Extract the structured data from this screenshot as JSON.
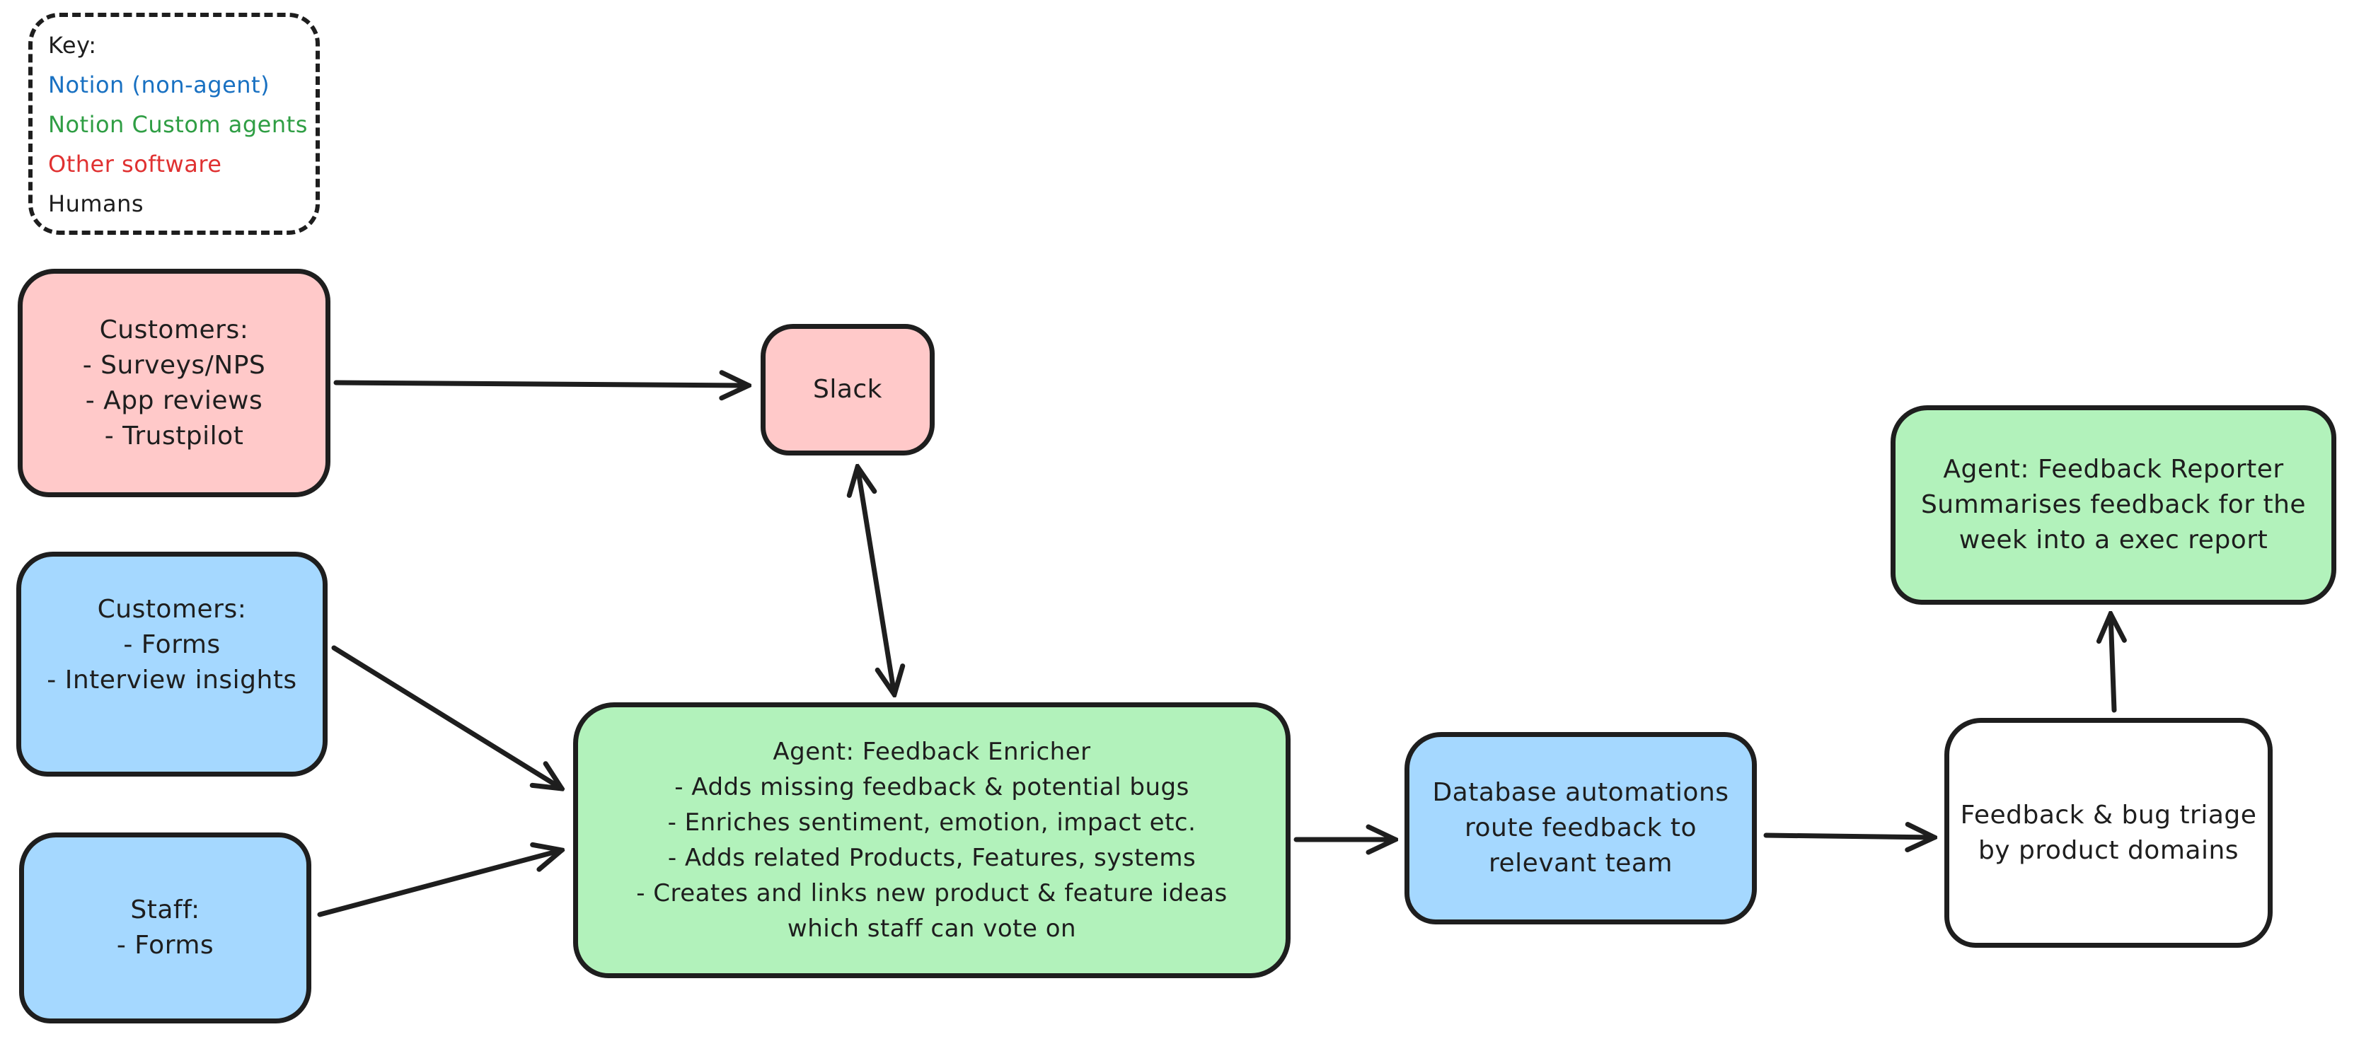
{
  "diagram": {
    "stroke": "#1e1e1e",
    "background": "#ffffff"
  },
  "legend": {
    "title": "Key:",
    "items": [
      {
        "label": "Notion (non-agent)",
        "color": "#1971c2"
      },
      {
        "label": "Notion Custom agents",
        "color": "#2f9e44"
      },
      {
        "label": "Other software",
        "color": "#e03131"
      },
      {
        "label": "Humans",
        "color": "#1e1e1e"
      }
    ]
  },
  "nodes": {
    "customers_other_software": {
      "fill": "#ffc9c9",
      "lines": [
        "Customers:",
        "- Surveys/NPS",
        "- App reviews",
        "- Trustpilot"
      ]
    },
    "slack": {
      "fill": "#ffc9c9",
      "lines": [
        "Slack"
      ]
    },
    "customers_notion": {
      "fill": "#a5d8ff",
      "lines": [
        "Customers:",
        "- Forms",
        "- Interview insights"
      ]
    },
    "staff": {
      "fill": "#a5d8ff",
      "lines": [
        "Staff:",
        "- Forms"
      ]
    },
    "feedback_enricher": {
      "fill": "#b2f2bb",
      "lines": [
        "Agent: Feedback Enricher",
        "- Adds missing feedback & potential bugs",
        "- Enriches sentiment, emotion, impact etc.",
        "- Adds related Products, Features, systems",
        "- Creates and links new product & feature ideas",
        "which staff can vote on"
      ]
    },
    "database_automations": {
      "fill": "#a5d8ff",
      "lines": [
        "Database automations",
        "route feedback to",
        "relevant team"
      ]
    },
    "triage": {
      "fill": "#ffffff",
      "lines": [
        "Feedback & bug triage",
        "by product domains"
      ]
    },
    "feedback_reporter": {
      "fill": "#b2f2bb",
      "lines": [
        "Agent: Feedback Reporter",
        "Summarises feedback for the",
        "week into a exec report"
      ]
    }
  }
}
